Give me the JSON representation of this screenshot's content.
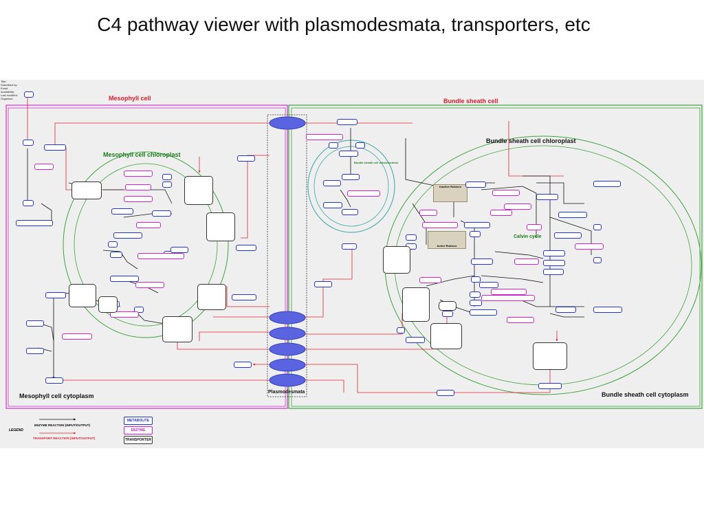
{
  "title": "C4 pathway viewer with plasmodesmata, transporters, etc",
  "header_info": [
    "Title:",
    "Submitted by:",
    "Email:",
    "Availability:",
    "Last modified:",
    "Organism:"
  ],
  "regions": {
    "mesophyll_cell": "Mesophyll cell",
    "mesophyll_chloroplast": "Mesophyll cell chloroplast",
    "mesophyll_cytoplasm": "Mesophyll cell cytoplasm",
    "bundle_sheath_cell": "Bundle sheath cell",
    "bundle_sheath_chloroplast": "Bundle sheath cell chloroplast",
    "bundle_sheath_mitochondrion": "Bundle sheath cell mitochondrion",
    "bundle_sheath_cytoplasm": "Bundle sheath cell cytoplasm",
    "plasmodesmata": "Plasmodesmata",
    "calvin_cycle": "Calvin cycle"
  },
  "rubisco": {
    "inactive": "Inactive Rubisco",
    "active": "Active Rubisco"
  },
  "legend": {
    "title": "LEGEND",
    "enzyme_reaction": "ENZYME REACTION (INPUT/OUTPUT)",
    "transport_reaction": "TRANSPORT REACTION (INPUT/OUTPUT)",
    "metabolite": "METABOLITE",
    "enzyme": "ENZYME",
    "transporter": "TRANSPORTER"
  },
  "colors": {
    "mesophyll_border": "#cc33cc",
    "chloroplast_border": "#3aa33a",
    "transport_arrow": "#dd2233",
    "metabolite_border": "#2233cc",
    "enzyme_border": "#cc22cc",
    "transporter_fill": "#5b64e0",
    "mitochondrion_border": "#3aa3a3"
  }
}
